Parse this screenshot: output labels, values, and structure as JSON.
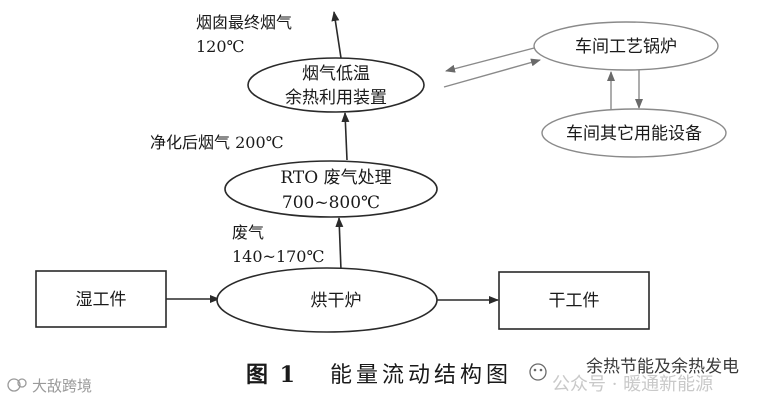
{
  "nodes": {
    "recovery": {
      "line1": "烟气低温",
      "line2": "余热利用装置"
    },
    "boiler": {
      "label": "车间工艺锅炉"
    },
    "equipment": {
      "label": "车间其它用能设备"
    },
    "rto": {
      "line1": "RTO 废气处理",
      "line2": "700~800℃"
    },
    "oven": {
      "label": "烘干炉"
    },
    "wet": {
      "label": "湿工件"
    },
    "dry": {
      "label": "干工件"
    }
  },
  "labels": {
    "final_flue": {
      "line1": "烟囱最终烟气",
      "line2": "120℃"
    },
    "purified": {
      "text": "净化后烟气 200℃"
    },
    "exhaust": {
      "line1": "废气",
      "line2": "140~170℃"
    }
  },
  "caption": {
    "number": "图 1",
    "title": "能量流动结构图"
  },
  "watermarks": {
    "left": "大敌跨境",
    "right": "余热节能及余热发电",
    "right_overlay": "公众号 · 暖通新能源"
  }
}
